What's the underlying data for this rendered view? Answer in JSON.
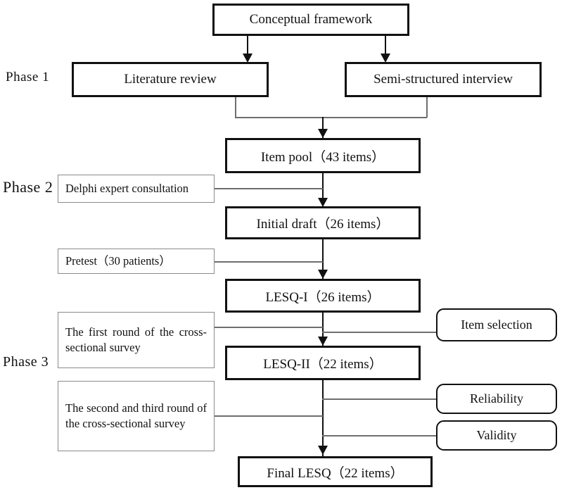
{
  "figure": {
    "type": "flowchart",
    "title": "LESQ instrument development flowchart",
    "colors": {
      "main_border": "#111111",
      "side_border": "#8a8a8a",
      "connector": "#111111",
      "thin_connector": "#6e6e6e",
      "background": "#ffffff",
      "text": "#111111"
    }
  },
  "phases": [
    {
      "id": "phase-1",
      "label": "Phase 1"
    },
    {
      "id": "phase-2",
      "label": "Phase 2"
    },
    {
      "id": "phase-3",
      "label": "Phase 3"
    }
  ],
  "main_nodes": [
    {
      "id": "conceptual-framework",
      "label": "Conceptual framework"
    },
    {
      "id": "literature-review",
      "label": "Literature review"
    },
    {
      "id": "semi-structured-interview",
      "label": "Semi-structured interview"
    },
    {
      "id": "item-pool",
      "label": "Item pool（43 items）"
    },
    {
      "id": "initial-draft",
      "label": "Initial draft（26 items）"
    },
    {
      "id": "lesq-1",
      "label": "LESQ-I（26 items）"
    },
    {
      "id": "lesq-2",
      "label": "LESQ-II（22 items）"
    },
    {
      "id": "final-lesq",
      "label": "Final LESQ（22 items）"
    }
  ],
  "side_nodes": [
    {
      "id": "delphi-expert-consultation",
      "label": "Delphi expert consultation"
    },
    {
      "id": "pretest",
      "label": "Pretest（30 patients）"
    },
    {
      "id": "first-round-survey",
      "label": "The first round of the cross-sectional survey"
    },
    {
      "id": "second-third-round-survey",
      "label": "The second and third round of the cross-sectional survey"
    }
  ],
  "outcome_nodes": [
    {
      "id": "item-selection",
      "label": "Item selection"
    },
    {
      "id": "reliability",
      "label": "Reliability"
    },
    {
      "id": "validity",
      "label": "Validity"
    }
  ]
}
